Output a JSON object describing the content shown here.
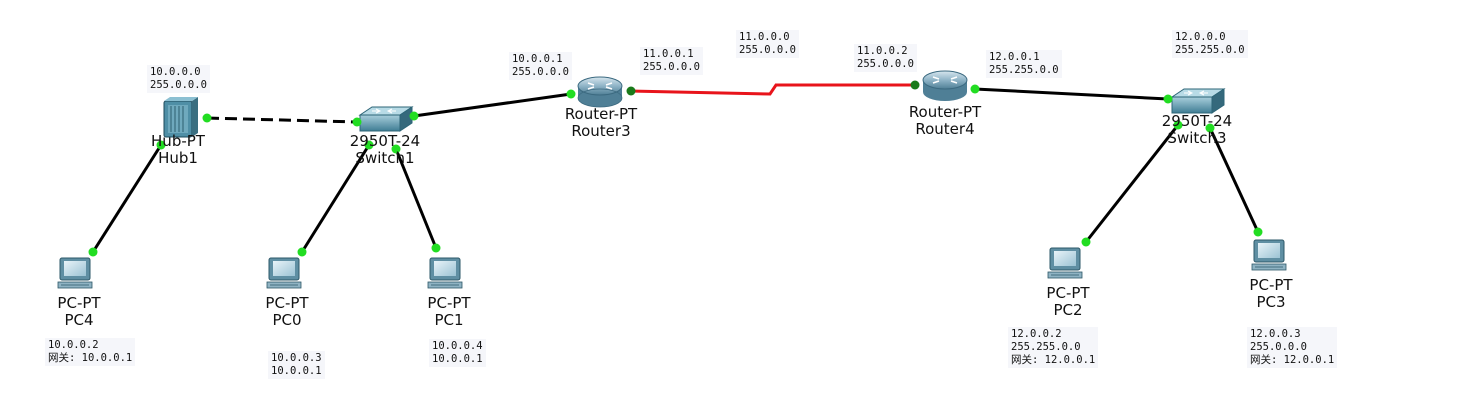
{
  "devices": {
    "hub1": {
      "type": "Hub-PT",
      "name": "Hub1"
    },
    "switch1": {
      "type": "2950T-24",
      "name": "Switch1"
    },
    "router3": {
      "type": "Router-PT",
      "name": "Router3"
    },
    "router4": {
      "type": "Router-PT",
      "name": "Router4"
    },
    "switch3": {
      "type": "2950T-24",
      "name": "Switch3"
    },
    "pc4": {
      "type": "PC-PT",
      "name": "PC4"
    },
    "pc0": {
      "type": "PC-PT",
      "name": "PC0"
    },
    "pc1": {
      "type": "PC-PT",
      "name": "PC1"
    },
    "pc2": {
      "type": "PC-PT",
      "name": "PC2"
    },
    "pc3": {
      "type": "PC-PT",
      "name": "PC3"
    }
  },
  "notes": {
    "hub_net": [
      "10.0.0.0",
      "255.0.0.0"
    ],
    "router3_left": [
      "10.0.0.1",
      "255.0.0.0"
    ],
    "router3_right": [
      "11.0.0.1",
      "255.0.0.0"
    ],
    "serial_net": [
      "11.0.0.0",
      "255.0.0.0"
    ],
    "router4_left": [
      "11.0.0.2",
      "255.0.0.0"
    ],
    "router4_right": [
      "12.0.0.1",
      "255.255.0.0"
    ],
    "switch3_net": [
      "12.0.0.0",
      "255.255.0.0"
    ],
    "pc4": [
      "10.0.0.2",
      "网关: 10.0.0.1"
    ],
    "pc0": [
      "10.0.0.3",
      "10.0.0.1"
    ],
    "pc1": [
      "10.0.0.4",
      "10.0.0.1"
    ],
    "pc2": [
      "12.0.0.2",
      "255.255.0.0",
      "网关: 12.0.0.1"
    ],
    "pc3": [
      "12.0.0.3",
      "255.0.0.0",
      "网关: 12.0.0.1"
    ]
  },
  "colors": {
    "link": "#000000",
    "serial_link": "#e8141b",
    "port_up": "#22dd22",
    "port_serial": "#1a7a1a",
    "device_teal": "#4f8fa6",
    "note_bg": "#f5f6fa"
  },
  "links": [
    {
      "from": "hub1",
      "to": "switch1",
      "style": "dashed"
    },
    {
      "from": "switch1",
      "to": "router3",
      "style": "solid"
    },
    {
      "from": "router3",
      "to": "router4",
      "style": "serial"
    },
    {
      "from": "router4",
      "to": "switch3",
      "style": "solid"
    },
    {
      "from": "hub1",
      "to": "pc4",
      "style": "solid"
    },
    {
      "from": "switch1",
      "to": "pc0",
      "style": "solid"
    },
    {
      "from": "switch1",
      "to": "pc1",
      "style": "solid"
    },
    {
      "from": "switch3",
      "to": "pc2",
      "style": "solid"
    },
    {
      "from": "switch3",
      "to": "pc3",
      "style": "solid"
    }
  ]
}
